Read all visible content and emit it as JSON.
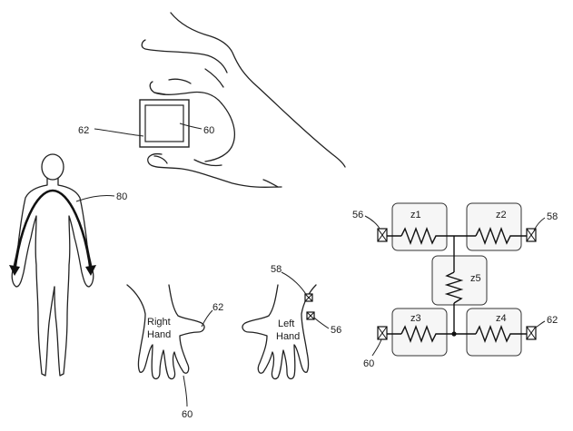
{
  "device_fig": {
    "label_62": "62",
    "label_60": "60"
  },
  "body_fig": {
    "label_80": "80"
  },
  "hands_fig": {
    "right_hand_line1": "Right",
    "right_hand_line2": "Hand",
    "left_hand_line1": "Left",
    "left_hand_line2": "Hand",
    "label_62": "62",
    "label_60": "60",
    "label_58": "58",
    "label_56": "56"
  },
  "circuit": {
    "z1": "z1",
    "z2": "z2",
    "z3": "z3",
    "z4": "z4",
    "z5": "z5",
    "label_56": "56",
    "label_58": "58",
    "label_60": "60",
    "label_62": "62"
  }
}
